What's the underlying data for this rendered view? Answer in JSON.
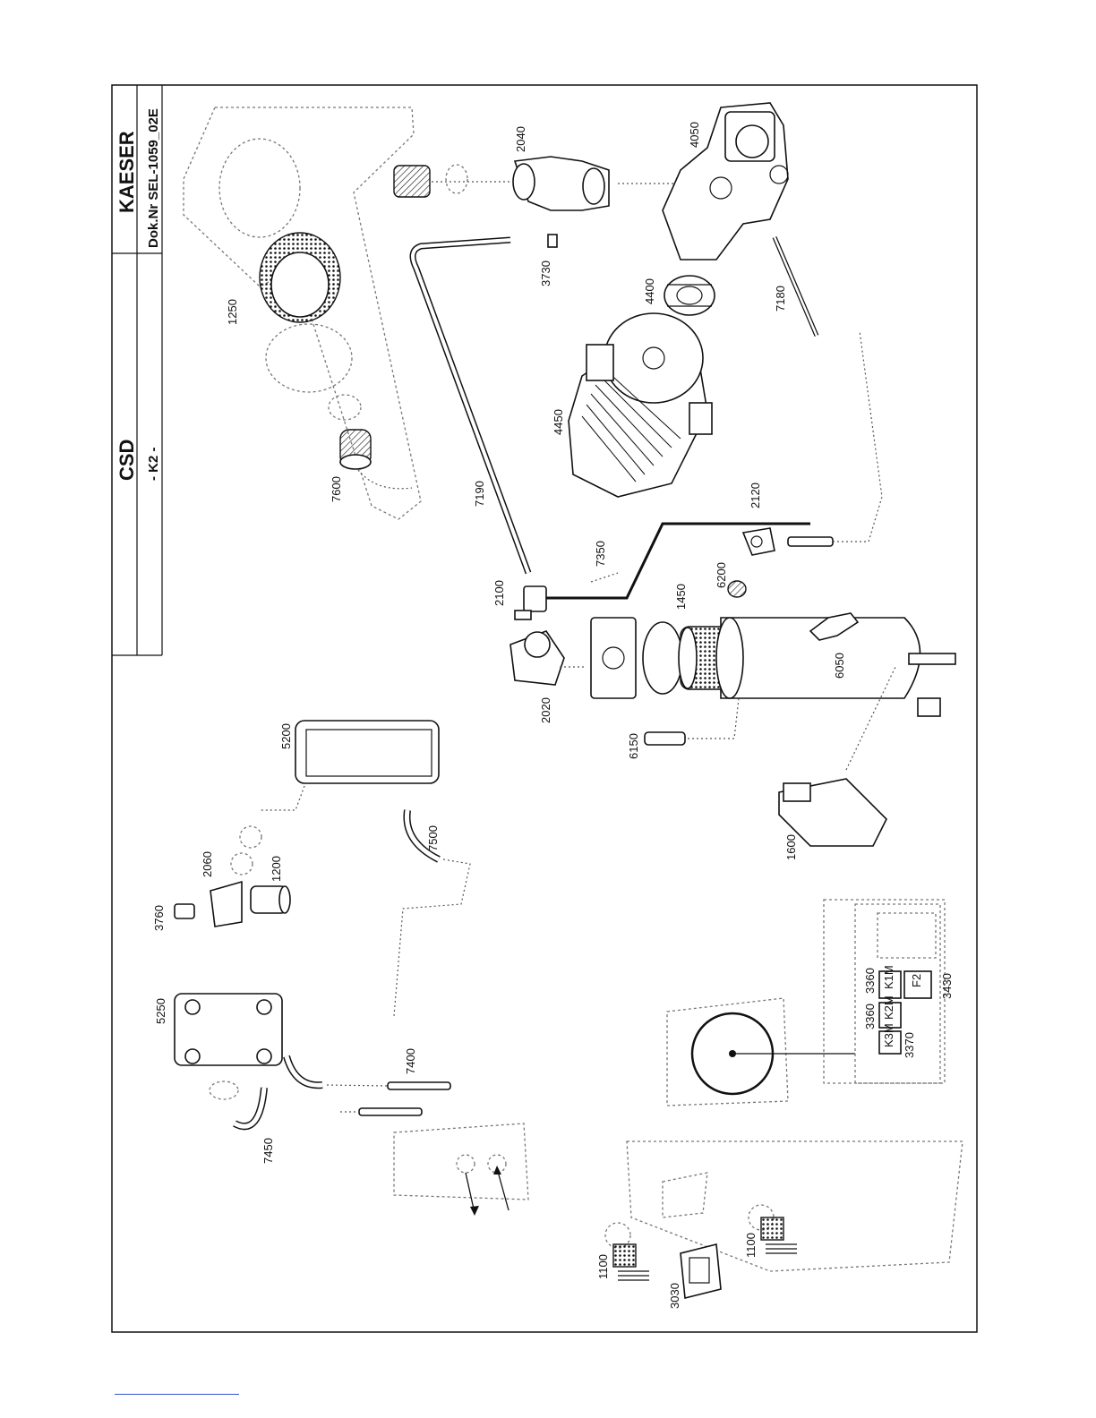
{
  "title_block": {
    "brand": "KAESER",
    "model": "CSD",
    "doc_number": "Dok.Nr SEL-1059_02E",
    "variant": "- K2 -"
  },
  "part_labels": [
    "2040",
    "4050",
    "3730",
    "1250",
    "4400",
    "7180",
    "4450",
    "7600",
    "7190",
    "2120",
    "7350",
    "6200",
    "2100",
    "1450",
    "2020",
    "6050",
    "6150",
    "5200",
    "1600",
    "7500",
    "2060",
    "1200",
    "3760",
    "3360",
    "3360",
    "3430",
    "3370",
    "5250",
    "7400",
    "7450",
    "1100",
    "3030",
    "1100"
  ],
  "panel_component_labels": [
    "K1M",
    "F2",
    "K2M",
    "K3M"
  ]
}
